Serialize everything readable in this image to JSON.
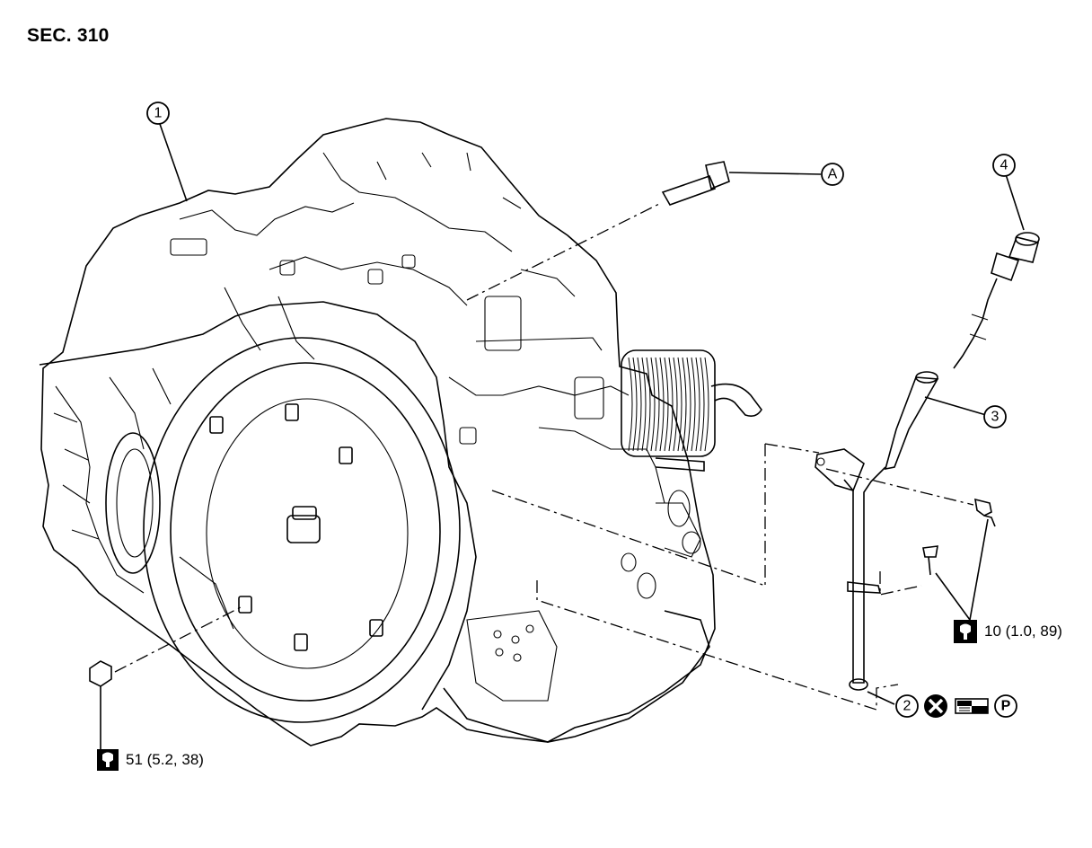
{
  "section": "SEC. 310",
  "callouts": [
    {
      "id": "1",
      "label": "1"
    },
    {
      "id": "2",
      "label": "2"
    },
    {
      "id": "3",
      "label": "3"
    },
    {
      "id": "4",
      "label": "4"
    },
    {
      "id": "A",
      "label": "A"
    }
  ],
  "torque_specs": [
    {
      "id": "bolt-torque",
      "text": "10 (1.0, 89)"
    },
    {
      "id": "nut-torque",
      "text": "51 (5.2, 38)"
    }
  ],
  "symbols": {
    "p_mark": "P"
  },
  "icons": [
    "torque-wrench-icon",
    "do-not-reuse-icon",
    "fluid-apply-icon",
    "p-mark-icon"
  ]
}
